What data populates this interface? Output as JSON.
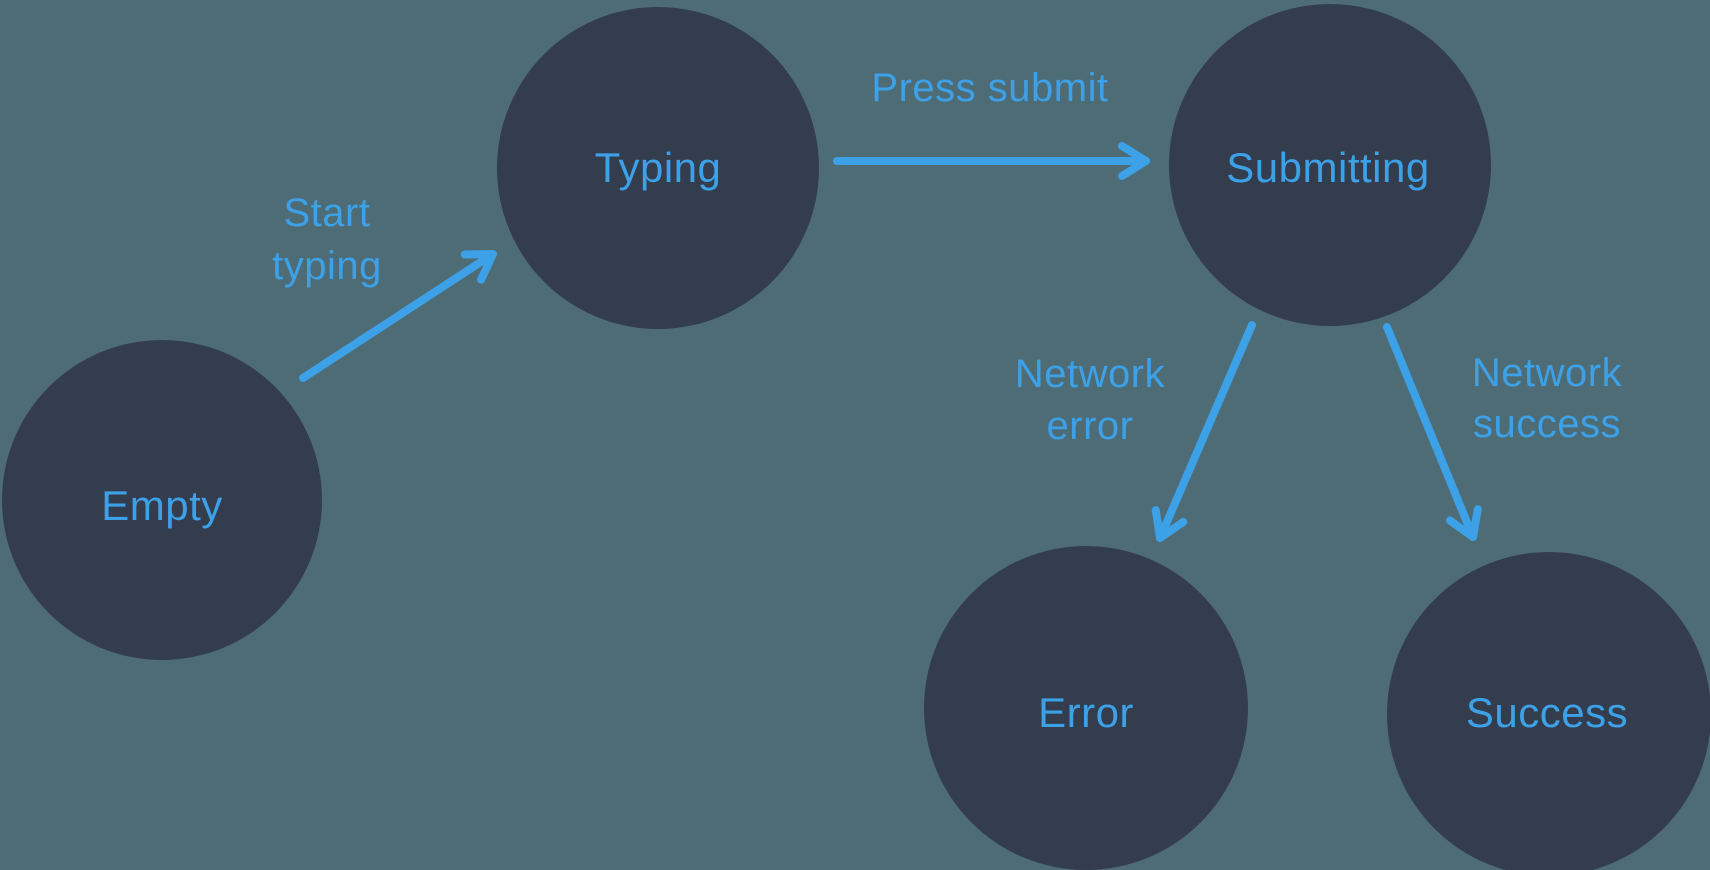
{
  "colors": {
    "background": "#4E6C75",
    "state_fill": "#333D4D",
    "accent": "#3DA1E8"
  },
  "diagram": {
    "type": "state-machine",
    "states": [
      {
        "id": "empty",
        "label": "Empty"
      },
      {
        "id": "typing",
        "label": "Typing"
      },
      {
        "id": "submitting",
        "label": "Submitting"
      },
      {
        "id": "error",
        "label": "Error"
      },
      {
        "id": "success",
        "label": "Success"
      }
    ],
    "transitions": [
      {
        "id": "start-typing",
        "from": "Empty",
        "to": "Typing",
        "label": [
          "Start",
          "typing"
        ]
      },
      {
        "id": "press-submit",
        "from": "Typing",
        "to": "Submitting",
        "label": [
          "Press submit"
        ]
      },
      {
        "id": "network-error",
        "from": "Submitting",
        "to": "Error",
        "label": [
          "Network",
          "error"
        ]
      },
      {
        "id": "network-success",
        "from": "Submitting",
        "to": "Success",
        "label": [
          "Network",
          "success"
        ]
      }
    ]
  }
}
